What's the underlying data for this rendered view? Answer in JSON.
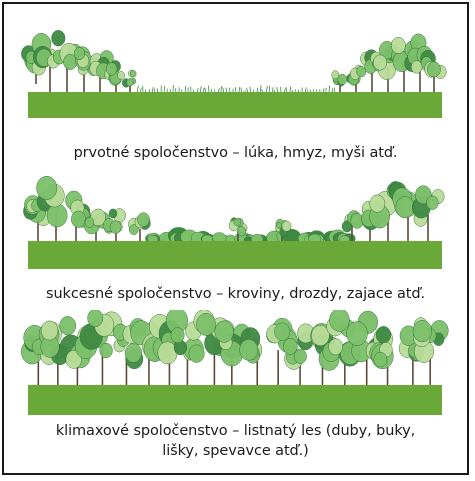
{
  "stages": [
    {
      "caption": "prvotné spoločenstvo – lúka, hmyz, myši atď.",
      "vegetation": "meadow with tree clusters at edges"
    },
    {
      "caption": "sukcesné spoločenstvo – kroviny, drozdy, zajace atď.",
      "vegetation": "shrubs and scattered trees"
    },
    {
      "caption_line1": "klimaxové spoločenstvo – listnatý les (duby, buky,",
      "caption_line2": "lišky, spevavce atď.)",
      "vegetation": "dense deciduous forest"
    }
  ],
  "colors": {
    "ground": "#6aa837",
    "ground_dark": "#4f8a2a",
    "foliage_light": "#b9dc98",
    "foliage_mid": "#7cc06a",
    "foliage_dark": "#3f8a43",
    "trunk": "#5b4a3a",
    "border": "#1a1a1a"
  }
}
